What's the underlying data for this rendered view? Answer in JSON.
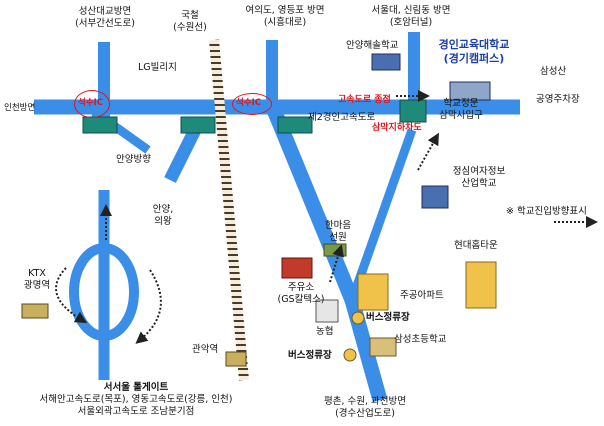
{
  "labels": {
    "seongsan_bridge": "성산대교방면",
    "seobu_road": "(서부간선도로)",
    "gukcheol": "국철",
    "suwon_line": "(수원선)",
    "yeouido": "여의도, 영등포 방면",
    "siheung_road": "(시흥대로)",
    "seoul_univ": "서울대, 신림동 방면",
    "horam_tunnel": "(호암터널)",
    "lg_villa": "LG빌리지",
    "anyang_haesol": "안양해솔학교",
    "campus_name": "경인교육대학교",
    "campus_sub": "(경기캠퍼스)",
    "samseongsan": "삼성산",
    "incheon": "인천방면",
    "park_lot": "공영주차장",
    "seoksu_ic_left": "석수IC",
    "seoksu_ic_mid": "석수IC",
    "expressway_end": "고속도로 종점",
    "second_expressway": "제2경인고속도로",
    "school_gate": "학교정문",
    "sammak_entrance": "삼막사입구",
    "sammak_underpass": "삼막지하차도",
    "anyang_dir": "안양방향",
    "jeongsim_school": "정심여자정보",
    "jeongsim_school2": "산업학교",
    "direction_note": "※ 학교진입방향표시",
    "anyang_uiwang": "안양,",
    "anyang_uiwang2": "의왕",
    "hanmaeum": "한마음",
    "hanmaeum2": "선원",
    "hyundai_town": "현대홈타운",
    "ktx": "KTX",
    "gwangmyeong": "광명역",
    "gas_station": "주유소",
    "gs_caltex": "(GS칼텍스)",
    "jugong_apt": "주공아파트",
    "nonghyup": "농협",
    "bus_stop_right": "버스정류장",
    "bus_stop_left": "버스정류장",
    "samseong_elem": "삼성초등학교",
    "gwanak_station": "관악역",
    "tollgate_title": "서서울 톨게이트",
    "tollgate_line1": "서해안고속도로(목포), 영동고속도로(강릉, 인천)",
    "tollgate_line2": "서울외곽고속도로 조남분기점",
    "pyeongchon": "평촌, 수원, 과천방면",
    "gyeongsu_road": "(경수산업도로)"
  },
  "colors": {
    "road": "#3b8ee8",
    "railway": "#4a3a2a",
    "highlight": "#e0141e",
    "campus_text": "#1c3faa",
    "building": "#f1c24a"
  }
}
